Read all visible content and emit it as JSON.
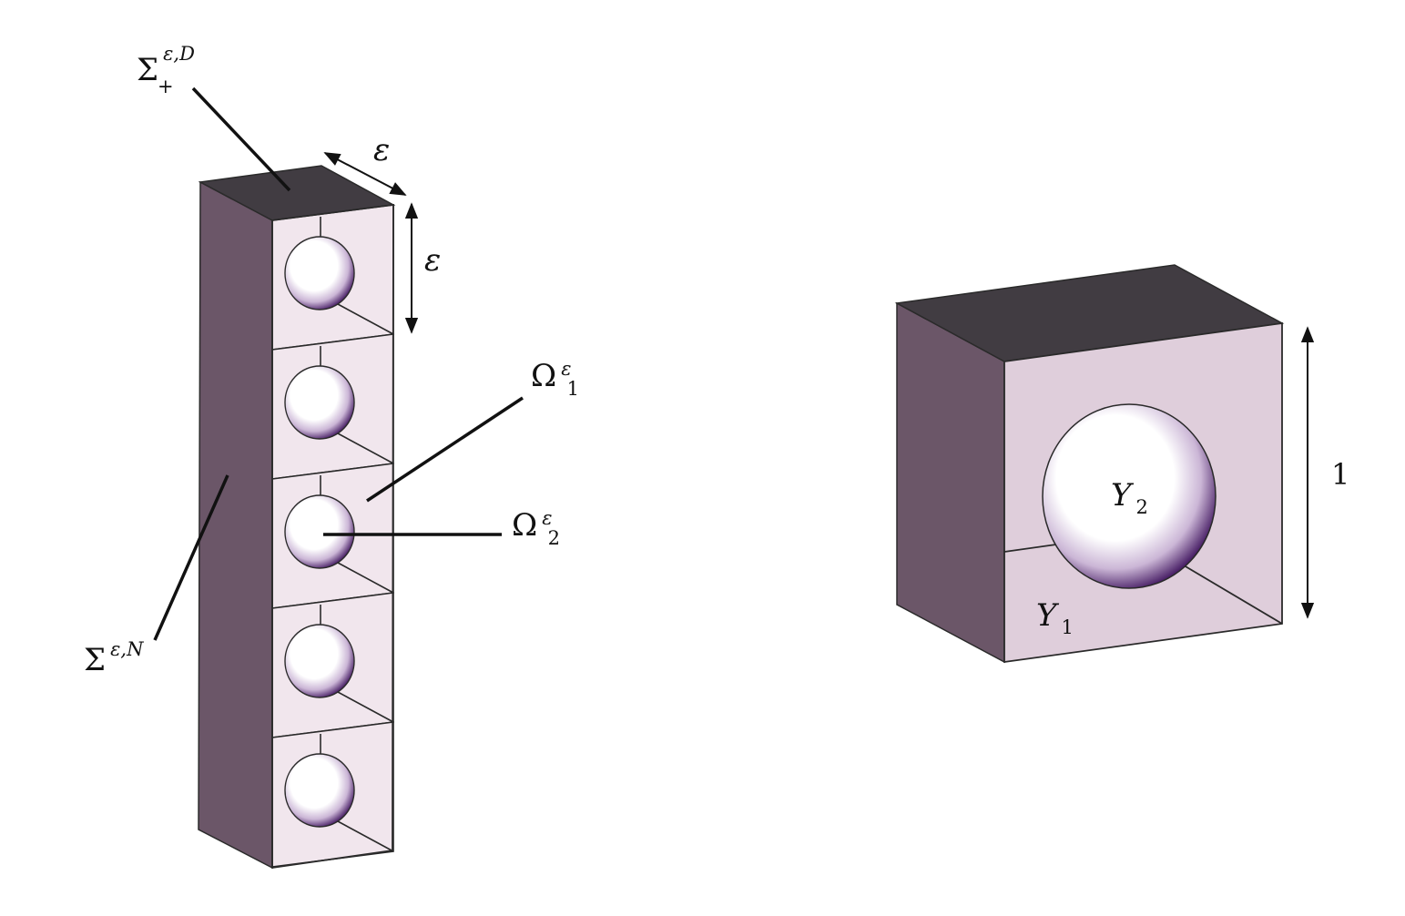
{
  "colors": {
    "side_face": "#6b5668",
    "top_face": "#413c42",
    "front_face_stack": "#f1e6ed",
    "front_face_cell": "#dfcedb",
    "edge": "#2a2a2a",
    "inclusion_rim": "#4b2268",
    "inclusion_center": "#ffffff"
  },
  "left_figure": {
    "cell_count": 5,
    "labels": {
      "sigma_top": {
        "base": "Σ",
        "sup": "ε,D",
        "sub": "+"
      },
      "sigma_side": {
        "base": "Σ",
        "sup": "ε,N"
      },
      "omega1": {
        "base": "Ω",
        "sup": "ε",
        "sub": "1"
      },
      "omega2": {
        "base": "Ω",
        "sup": "ε",
        "sub": "2"
      },
      "eps_depth": "ε",
      "eps_height": "ε"
    }
  },
  "right_figure": {
    "labels": {
      "y2": {
        "base": "Y",
        "sub": "2"
      },
      "y1": {
        "base": "Y",
        "sub": "1"
      },
      "unit": "1"
    }
  }
}
